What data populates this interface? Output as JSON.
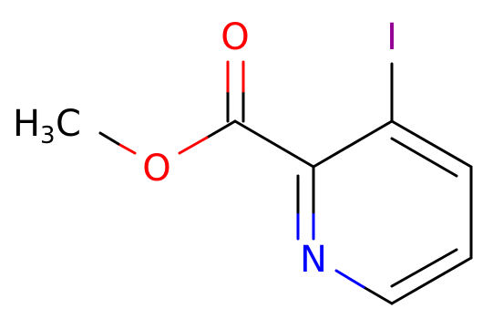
{
  "molecule": {
    "atoms": {
      "carbonyl_oxygen": "O",
      "ester_oxygen": "O",
      "iodine": "I",
      "ring_nitrogen": "N",
      "methyl_carbon": "H",
      "methyl_subscript": "3",
      "methyl_c": "C"
    },
    "colors": {
      "oxygen": "#ff0000",
      "nitrogen": "#0000ff",
      "iodine": "#940094",
      "carbon_hydrogen": "#000000"
    }
  }
}
